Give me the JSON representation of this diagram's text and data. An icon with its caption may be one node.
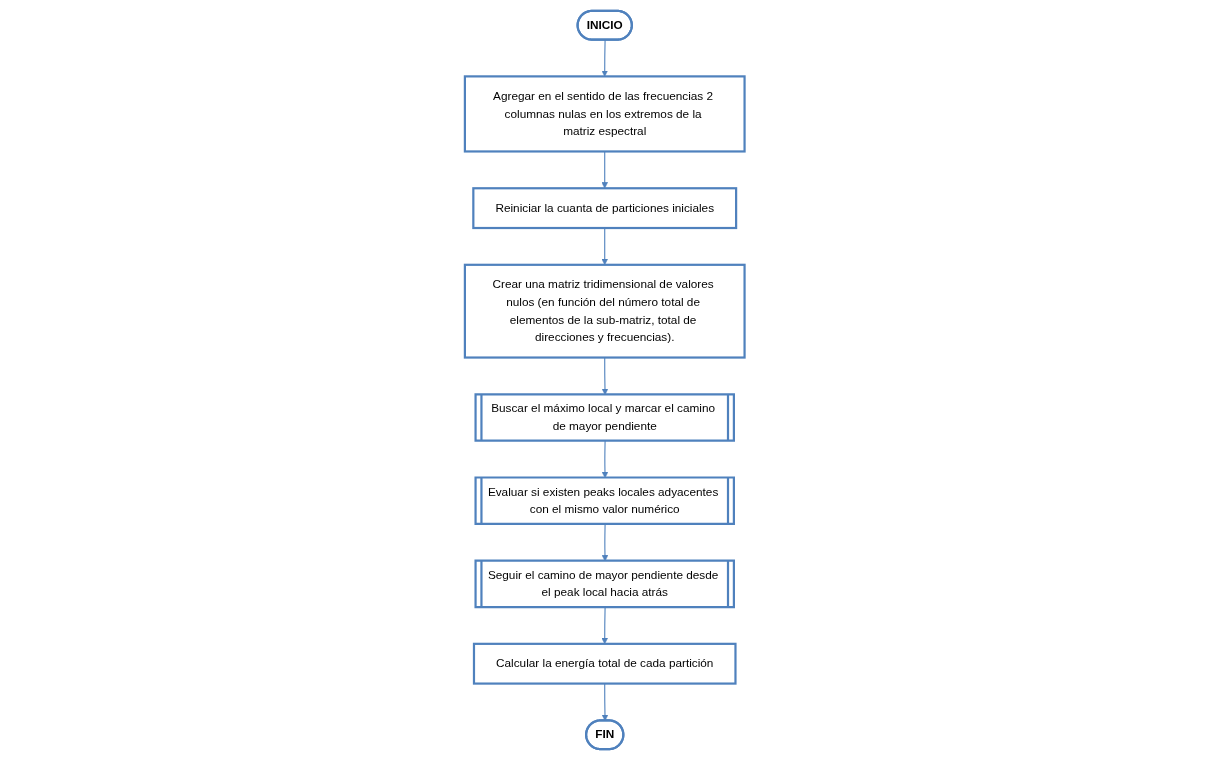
{
  "diagram": {
    "nodes": [
      {
        "text": [
          "INICIO"
        ]
      },
      {
        "text": [
          "Agregar en el sentido de las frecuencias 2 columnas nulas en los extremos de la matriz espectral"
        ]
      },
      {
        "text": [
          "Reiniciar la cuanta de particiones iniciales"
        ]
      },
      {
        "text": [
          "Crear una matriz tridimensional de valores nulos (en función del número total de elementos de la sub-matriz, total de direcciones y frecuencias)."
        ]
      },
      {
        "text": [
          "Buscar el máximo local y marcar el camino de mayor pendiente"
        ]
      },
      {
        "text": [
          "Evaluar si existen peaks locales adyacentes con el mismo valor numérico"
        ]
      },
      {
        "text": [
          "Seguir el camino de mayor pendiente desde el peak local hacia atrás"
        ]
      },
      {
        "text": [
          "Calcular la energía total de cada partición"
        ]
      },
      {
        "text": [
          "FIN"
        ]
      }
    ],
    "edges": [
      {
        "from": 0,
        "to": 1,
        "arrow": "to"
      },
      {
        "from": 1,
        "to": 2,
        "arrow": "to"
      },
      {
        "from": 2,
        "to": 3,
        "arrow": "to"
      },
      {
        "from": 3,
        "to": 4,
        "arrow": "to"
      },
      {
        "from": 4,
        "to": 5,
        "arrow": "to"
      },
      {
        "from": 5,
        "to": 6,
        "arrow": "to"
      },
      {
        "from": 6,
        "to": 7,
        "arrow": "to"
      },
      {
        "from": 7,
        "to": 8,
        "arrow": "to"
      }
    ]
  }
}
